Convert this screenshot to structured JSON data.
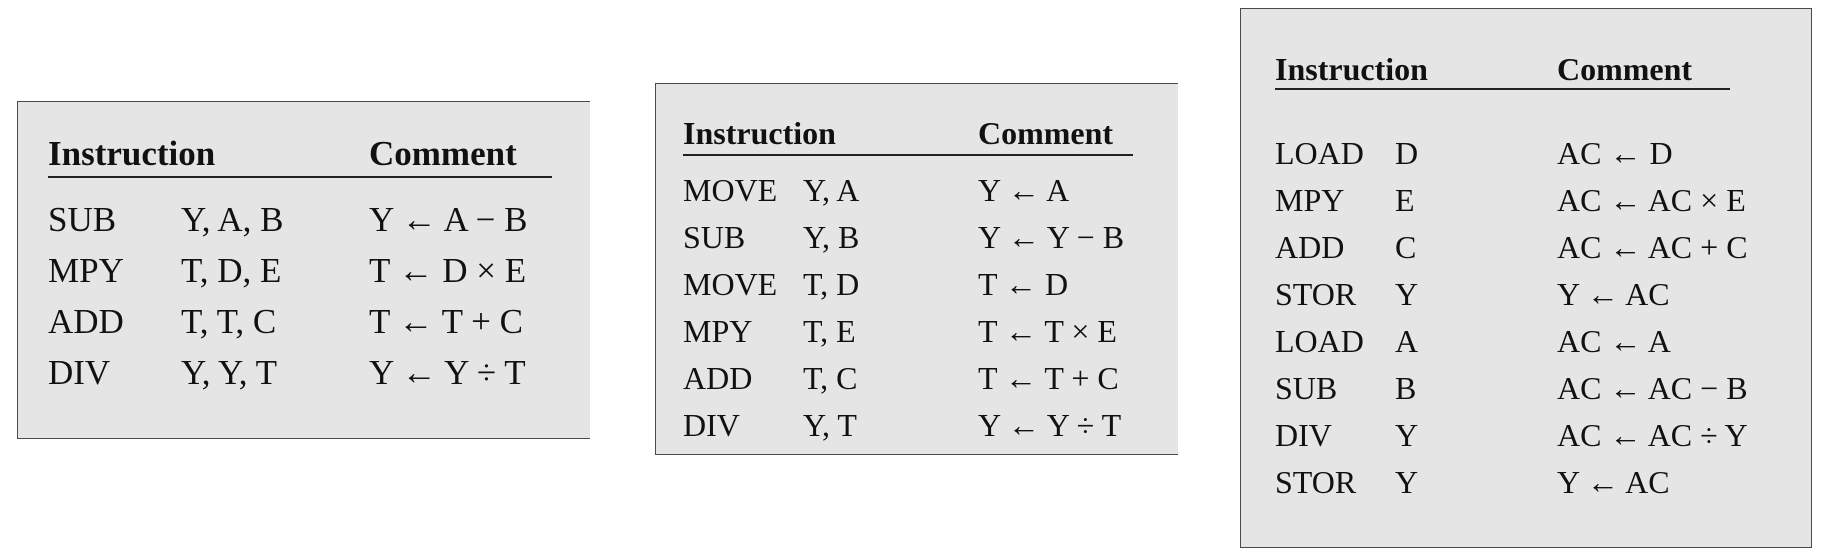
{
  "panels": [
    {
      "headers": {
        "instruction": "Instruction",
        "comment": "Comment"
      },
      "rows": [
        {
          "op": "SUB",
          "args": "Y, A, B",
          "comment": "Y ← A − B"
        },
        {
          "op": "MPY",
          "args": "T, D, E",
          "comment": "T ← D × E"
        },
        {
          "op": "ADD",
          "args": "T, T, C",
          "comment": "T ← T + C"
        },
        {
          "op": "DIV",
          "args": "Y, Y, T",
          "comment": "Y ← Y ÷ T"
        }
      ]
    },
    {
      "headers": {
        "instruction": "Instruction",
        "comment": "Comment"
      },
      "rows": [
        {
          "op": "MOVE",
          "args": "Y, A",
          "comment": "Y ← A"
        },
        {
          "op": "SUB",
          "args": "Y, B",
          "comment": "Y ← Y − B"
        },
        {
          "op": "MOVE",
          "args": "T, D",
          "comment": "T ← D"
        },
        {
          "op": "MPY",
          "args": "T, E",
          "comment": "T ← T × E"
        },
        {
          "op": "ADD",
          "args": "T, C",
          "comment": "T ← T + C"
        },
        {
          "op": "DIV",
          "args": "Y, T",
          "comment": "Y ← Y ÷ T"
        }
      ]
    },
    {
      "headers": {
        "instruction": "Instruction",
        "comment": "Comment"
      },
      "rows": [
        {
          "op": "LOAD",
          "args": "D",
          "comment": "AC ← D"
        },
        {
          "op": "MPY",
          "args": "E",
          "comment": "AC ← AC × E"
        },
        {
          "op": "ADD",
          "args": "C",
          "comment": "AC ← AC + C"
        },
        {
          "op": "STOR",
          "args": "Y",
          "comment": "Y ← AC"
        },
        {
          "op": "LOAD",
          "args": "A",
          "comment": "AC ← A"
        },
        {
          "op": "SUB",
          "args": "B",
          "comment": "AC ← AC − B"
        },
        {
          "op": "DIV",
          "args": "Y",
          "comment": "AC ← AC ÷ Y"
        },
        {
          "op": "STOR",
          "args": "Y",
          "comment": "Y ← AC"
        }
      ]
    }
  ]
}
